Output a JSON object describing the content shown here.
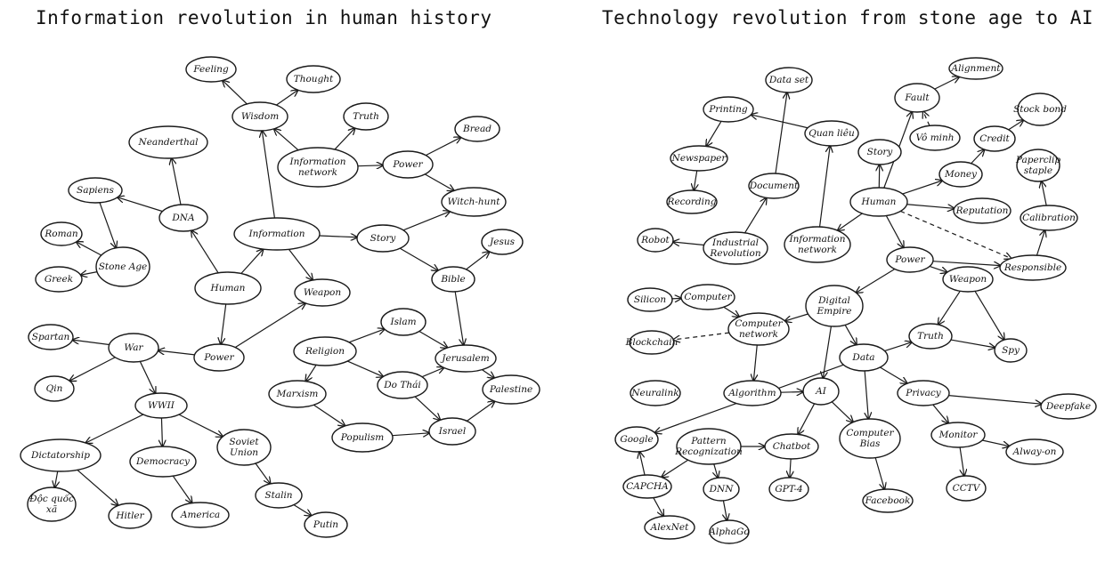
{
  "left": {
    "title": "Information revolution in human history",
    "nodes": [
      {
        "id": "feeling",
        "label": "Feeling"
      },
      {
        "id": "thought",
        "label": "Thought"
      },
      {
        "id": "wisdom",
        "label": "Wisdom"
      },
      {
        "id": "truth",
        "label": "Truth"
      },
      {
        "id": "neanderthal",
        "label": "Neanderthal"
      },
      {
        "id": "infonet",
        "label": "Information network"
      },
      {
        "id": "power1",
        "label": "Power"
      },
      {
        "id": "bread",
        "label": "Bread"
      },
      {
        "id": "sapiens",
        "label": "Sapiens"
      },
      {
        "id": "witchhunt",
        "label": "Witch-hunt"
      },
      {
        "id": "dna",
        "label": "DNA"
      },
      {
        "id": "information",
        "label": "Information"
      },
      {
        "id": "story",
        "label": "Story"
      },
      {
        "id": "jesus",
        "label": "Jesus"
      },
      {
        "id": "roman",
        "label": "Roman"
      },
      {
        "id": "stoneage",
        "label": "Stone Age"
      },
      {
        "id": "bible",
        "label": "Bible"
      },
      {
        "id": "greek",
        "label": "Greek"
      },
      {
        "id": "human",
        "label": "Human"
      },
      {
        "id": "weapon",
        "label": "Weapon"
      },
      {
        "id": "spartan",
        "label": "Spartan"
      },
      {
        "id": "war",
        "label": "War"
      },
      {
        "id": "power2",
        "label": "Power"
      },
      {
        "id": "religion",
        "label": "Religion"
      },
      {
        "id": "islam",
        "label": "Islam"
      },
      {
        "id": "jerusalem",
        "label": "Jerusalem"
      },
      {
        "id": "qin",
        "label": "Qin"
      },
      {
        "id": "dothai",
        "label": "Do Thái"
      },
      {
        "id": "palestine",
        "label": "Palestine"
      },
      {
        "id": "marxism",
        "label": "Marxism"
      },
      {
        "id": "wwii",
        "label": "WWII"
      },
      {
        "id": "populism",
        "label": "Populism"
      },
      {
        "id": "israel",
        "label": "Israel"
      },
      {
        "id": "dictatorship",
        "label": "Dictatorship"
      },
      {
        "id": "democracy",
        "label": "Democracy"
      },
      {
        "id": "soviet",
        "label": "Soviet Union"
      },
      {
        "id": "docquoc",
        "label": "Độc quốc xã"
      },
      {
        "id": "hitler",
        "label": "Hitler"
      },
      {
        "id": "america",
        "label": "America"
      },
      {
        "id": "stalin",
        "label": "Stalin"
      },
      {
        "id": "putin",
        "label": "Putin"
      }
    ],
    "edges": [
      [
        "wisdom",
        "feeling"
      ],
      [
        "wisdom",
        "thought"
      ],
      [
        "information",
        "wisdom"
      ],
      [
        "infonet",
        "truth"
      ],
      [
        "infonet",
        "wisdom"
      ],
      [
        "infonet",
        "power1"
      ],
      [
        "power1",
        "bread"
      ],
      [
        "power1",
        "witchhunt"
      ],
      [
        "dna",
        "neanderthal"
      ],
      [
        "dna",
        "sapiens"
      ],
      [
        "sapiens",
        "stoneage"
      ],
      [
        "stoneage",
        "roman"
      ],
      [
        "stoneage",
        "greek"
      ],
      [
        "human",
        "dna"
      ],
      [
        "human",
        "information"
      ],
      [
        "information",
        "story"
      ],
      [
        "information",
        "weapon"
      ],
      [
        "story",
        "witchhunt"
      ],
      [
        "story",
        "bible"
      ],
      [
        "bible",
        "jesus"
      ],
      [
        "bible",
        "jerusalem"
      ],
      [
        "human",
        "power2"
      ],
      [
        "power2",
        "weapon"
      ],
      [
        "power2",
        "war"
      ],
      [
        "war",
        "spartan"
      ],
      [
        "war",
        "qin"
      ],
      [
        "war",
        "wwii"
      ],
      [
        "religion",
        "islam"
      ],
      [
        "religion",
        "dothai"
      ],
      [
        "religion",
        "marxism"
      ],
      [
        "islam",
        "jerusalem"
      ],
      [
        "dothai",
        "jerusalem"
      ],
      [
        "dothai",
        "israel"
      ],
      [
        "jerusalem",
        "palestine"
      ],
      [
        "israel",
        "palestine"
      ],
      [
        "marxism",
        "populism"
      ],
      [
        "populism",
        "israel"
      ],
      [
        "wwii",
        "dictatorship"
      ],
      [
        "wwii",
        "democracy"
      ],
      [
        "wwii",
        "soviet"
      ],
      [
        "dictatorship",
        "docquoc"
      ],
      [
        "dictatorship",
        "hitler"
      ],
      [
        "democracy",
        "america"
      ],
      [
        "soviet",
        "stalin"
      ],
      [
        "stalin",
        "putin"
      ]
    ]
  },
  "right": {
    "title": "Technology revolution from stone age to AI",
    "nodes": [
      {
        "id": "dataset",
        "label": "Data set"
      },
      {
        "id": "alignment",
        "label": "Alignment"
      },
      {
        "id": "printing",
        "label": "Printing"
      },
      {
        "id": "fault",
        "label": "Fault"
      },
      {
        "id": "stockbond",
        "label": "Stock bond"
      },
      {
        "id": "quanlieu",
        "label": "Quan liêu"
      },
      {
        "id": "vominh",
        "label": "Vô minh"
      },
      {
        "id": "credit",
        "label": "Credit"
      },
      {
        "id": "newspaper",
        "label": "Newspaper"
      },
      {
        "id": "story",
        "label": "Story"
      },
      {
        "id": "paperclip",
        "label": "Paperclip staple"
      },
      {
        "id": "money",
        "label": "Money"
      },
      {
        "id": "document",
        "label": "Document"
      },
      {
        "id": "recording",
        "label": "Recording"
      },
      {
        "id": "human",
        "label": "Human"
      },
      {
        "id": "reputation",
        "label": "Reputation"
      },
      {
        "id": "calibration",
        "label": "Calibration"
      },
      {
        "id": "robot",
        "label": "Robot"
      },
      {
        "id": "industrial",
        "label": "Industrial Revolution"
      },
      {
        "id": "infonet",
        "label": "Information network"
      },
      {
        "id": "power",
        "label": "Power"
      },
      {
        "id": "responsible",
        "label": "Responsible"
      },
      {
        "id": "silicon",
        "label": "Silicon"
      },
      {
        "id": "computer",
        "label": "Computer"
      },
      {
        "id": "weapon",
        "label": "Weapon"
      },
      {
        "id": "digital",
        "label": "Digital Empire"
      },
      {
        "id": "compnet",
        "label": "Computer network"
      },
      {
        "id": "blockchain",
        "label": "Blockchain"
      },
      {
        "id": "truth",
        "label": "Truth"
      },
      {
        "id": "spy",
        "label": "Spy"
      },
      {
        "id": "data",
        "label": "Data"
      },
      {
        "id": "neuralink",
        "label": "Neuralink"
      },
      {
        "id": "algorithm",
        "label": "Algorithm"
      },
      {
        "id": "ai",
        "label": "AI"
      },
      {
        "id": "privacy",
        "label": "Privacy"
      },
      {
        "id": "deepfake",
        "label": "Deepfake"
      },
      {
        "id": "google",
        "label": "Google"
      },
      {
        "id": "pattern",
        "label": "Pattern Recognization"
      },
      {
        "id": "chatbot",
        "label": "Chatbot"
      },
      {
        "id": "compbias",
        "label": "Computer Bias"
      },
      {
        "id": "monitor",
        "label": "Monitor"
      },
      {
        "id": "alwayson",
        "label": "Alway-on"
      },
      {
        "id": "capcha",
        "label": "CAPCHA"
      },
      {
        "id": "dnn",
        "label": "DNN"
      },
      {
        "id": "gpt4",
        "label": "GPT-4"
      },
      {
        "id": "facebook",
        "label": "Facebook"
      },
      {
        "id": "cctv",
        "label": "CCTV"
      },
      {
        "id": "alexnet",
        "label": "AlexNet"
      },
      {
        "id": "alphago",
        "label": "AlphaGo"
      }
    ],
    "edges": [
      [
        "printing",
        "newspaper"
      ],
      [
        "newspaper",
        "recording"
      ],
      [
        "quanlieu",
        "printing"
      ],
      [
        "document",
        "dataset"
      ],
      [
        "infonet",
        "quanlieu"
      ],
      [
        "industrial",
        "document"
      ],
      [
        "industrial",
        "robot"
      ],
      [
        "human",
        "story"
      ],
      [
        "human",
        "fault"
      ],
      [
        "fault",
        "alignment"
      ],
      [
        "vominh",
        "fault"
      ],
      [
        "human",
        "money"
      ],
      [
        "money",
        "credit"
      ],
      [
        "credit",
        "stockbond"
      ],
      [
        "human",
        "reputation"
      ],
      [
        "calibration",
        "paperclip"
      ],
      [
        "responsible",
        "calibration"
      ],
      [
        "human",
        "infonet"
      ],
      [
        "human",
        "power"
      ],
      [
        "power",
        "responsible"
      ],
      [
        "human",
        "responsible"
      ],
      [
        "power",
        "digital"
      ],
      [
        "power",
        "weapon"
      ],
      [
        "silicon",
        "computer"
      ],
      [
        "computer",
        "compnet"
      ],
      [
        "digital",
        "compnet"
      ],
      [
        "compnet",
        "blockchain"
      ],
      [
        "digital",
        "data"
      ],
      [
        "weapon",
        "truth"
      ],
      [
        "data",
        "truth"
      ],
      [
        "truth",
        "spy"
      ],
      [
        "weapon",
        "spy"
      ],
      [
        "data",
        "google"
      ],
      [
        "data",
        "privacy"
      ],
      [
        "data",
        "compbias"
      ],
      [
        "compnet",
        "algorithm"
      ],
      [
        "algorithm",
        "ai"
      ],
      [
        "digital",
        "ai"
      ],
      [
        "ai",
        "chatbot"
      ],
      [
        "ai",
        "compbias"
      ],
      [
        "privacy",
        "deepfake"
      ],
      [
        "privacy",
        "monitor"
      ],
      [
        "monitor",
        "alwayson"
      ],
      [
        "monitor",
        "cctv"
      ],
      [
        "compbias",
        "facebook"
      ],
      [
        "pattern",
        "chatbot"
      ],
      [
        "pattern",
        "capcha"
      ],
      [
        "pattern",
        "dnn"
      ],
      [
        "capcha",
        "google"
      ],
      [
        "capcha",
        "alexnet"
      ],
      [
        "dnn",
        "alphago"
      ],
      [
        "chatbot",
        "gpt4"
      ]
    ],
    "dashed_edges": [
      [
        "vominh",
        "fault"
      ],
      [
        "human",
        "responsible"
      ],
      [
        "compnet",
        "blockchain"
      ]
    ]
  }
}
